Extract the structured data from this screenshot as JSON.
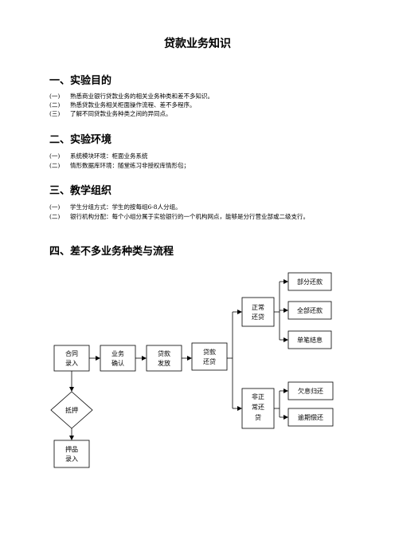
{
  "title": "贷款业务知识",
  "sections": [
    {
      "heading": "一、实验目的",
      "items": [
        {
          "num": "(一)",
          "text": "熟悉商业银行贷款业务的相关业务种类和差不多知识。"
        },
        {
          "num": "(二)",
          "text": "熟悉贷款业务相关柜面操作流程、差不多程序。"
        },
        {
          "num": "(三)",
          "text": "了解不同贷款业务种类之间的异同点。"
        }
      ]
    },
    {
      "heading": "二、实验环境",
      "items": [
        {
          "num": "(一)",
          "text": "系统模块环境：柜面业务系统"
        },
        {
          "num": "(二)",
          "text": "情形数据库环境：随堂练习非授权库情形包；"
        }
      ]
    },
    {
      "heading": "三、教学组织",
      "items": [
        {
          "num": "(一)",
          "text": "学生分组方式：学生的按每组6-8人分组。"
        },
        {
          "num": "(二)",
          "text": "银行机构分配：每个小组分属于实验银行的一个机构网点，能够是分行营业部或二级支行。"
        }
      ]
    },
    {
      "heading": "四、差不多业务种类与流程",
      "items": []
    }
  ],
  "flow": {
    "contract": [
      "合同",
      "录入"
    ],
    "confirm": [
      "业务",
      "确认"
    ],
    "issue": [
      "贷款",
      "发放"
    ],
    "repay": [
      "贷款",
      "还贷"
    ],
    "normal": [
      "正常",
      "还贷"
    ],
    "abnormal": [
      "非正",
      "常还",
      "贷"
    ],
    "partial": "部分还款",
    "full": "全部还款",
    "single": "单笔结息",
    "arrears": "欠息归还",
    "overdue": "逾期偿还",
    "pledge": "抵押",
    "pledge_entry": [
      "押品",
      "录入"
    ]
  }
}
